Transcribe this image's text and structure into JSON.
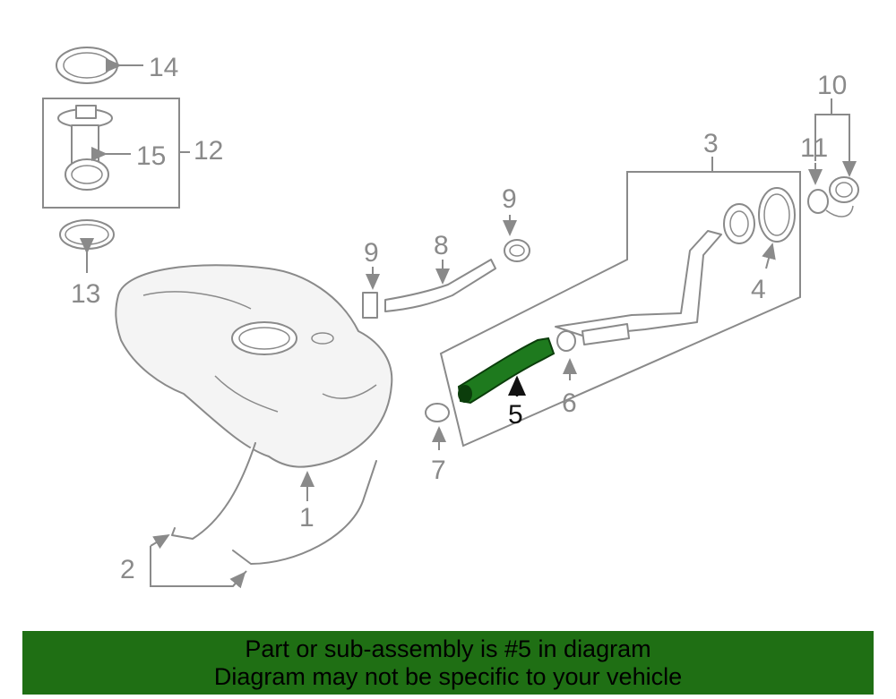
{
  "callouts": {
    "c1": "1",
    "c2": "2",
    "c3": "3",
    "c4": "4",
    "c5": "5",
    "c6": "6",
    "c7": "7",
    "c8": "8",
    "c9a": "9",
    "c9b": "9",
    "c10": "10",
    "c11": "11",
    "c12": "12",
    "c13": "13",
    "c14": "14",
    "c15": "15"
  },
  "highlight": {
    "part_number": "5",
    "color": "#1e7a1e"
  },
  "banner": {
    "line1": "Part or sub-assembly is #5 in diagram",
    "line2": "Diagram may not be specific to your vehicle",
    "color": "#1f6f14"
  }
}
